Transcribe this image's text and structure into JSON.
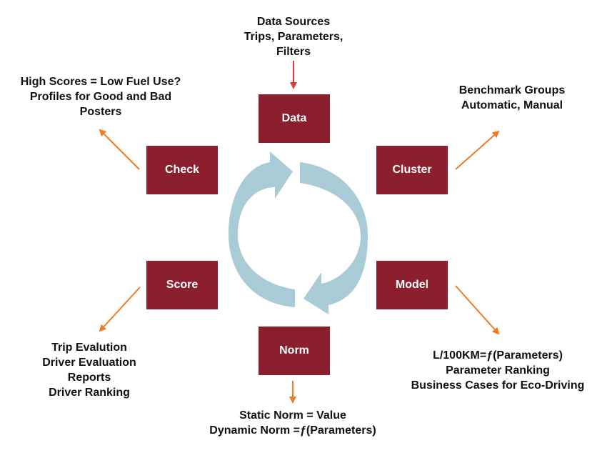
{
  "colors": {
    "box": "#8c1f2e",
    "box_text": "#ffffff",
    "cycle_arrow": "#a9cbd5",
    "input_arrow": "#e03a3e",
    "output_arrow": "#ee7a22",
    "text": "#111111"
  },
  "steps": {
    "data": "Data",
    "cluster": "Cluster",
    "model": "Model",
    "norm": "Norm",
    "score": "Score",
    "check": "Check"
  },
  "notes": {
    "data": [
      "Data Sources",
      "Trips, Parameters,",
      "Filters"
    ],
    "cluster": [
      "Benchmark Groups",
      "Automatic, Manual"
    ],
    "model": [
      "L/100KM=ƒ(Parameters)",
      "Parameter Ranking",
      "Business Cases for Eco-Driving"
    ],
    "norm": [
      "Static Norm = Value",
      "Dynamic Norm =ƒ(Parameters)"
    ],
    "score": [
      "Trip Evalution",
      "Driver Evaluation",
      "Reports",
      "Driver Ranking"
    ],
    "check": [
      "High Scores = Low Fuel Use?",
      "Profiles for Good and Bad",
      "Posters"
    ]
  }
}
